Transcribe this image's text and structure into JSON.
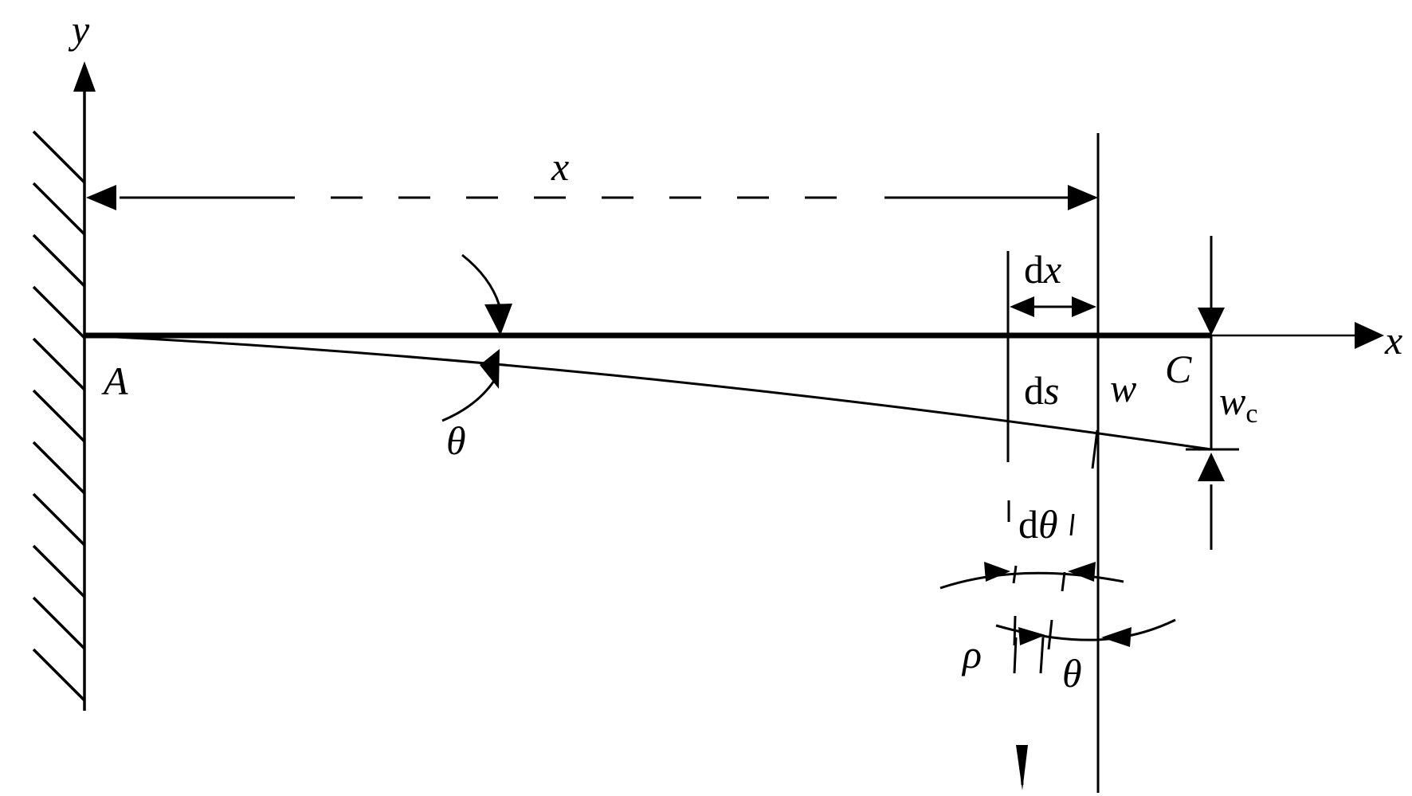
{
  "colors": {
    "ink": "#000000",
    "background": "#ffffff"
  },
  "labels": {
    "y_axis": "y",
    "x_axis": "x",
    "x_dimension": "x",
    "point_a": "A",
    "point_c": "C",
    "theta_slope": "θ",
    "dx_prefix": "d",
    "dx_var": "x",
    "ds_prefix": "d",
    "ds_var": "s",
    "w": "w",
    "wc_main": "w",
    "wc_sub": "c",
    "dtheta_prefix": "d",
    "dtheta_var": "θ",
    "rho": "ρ",
    "theta_bottom": "θ"
  }
}
